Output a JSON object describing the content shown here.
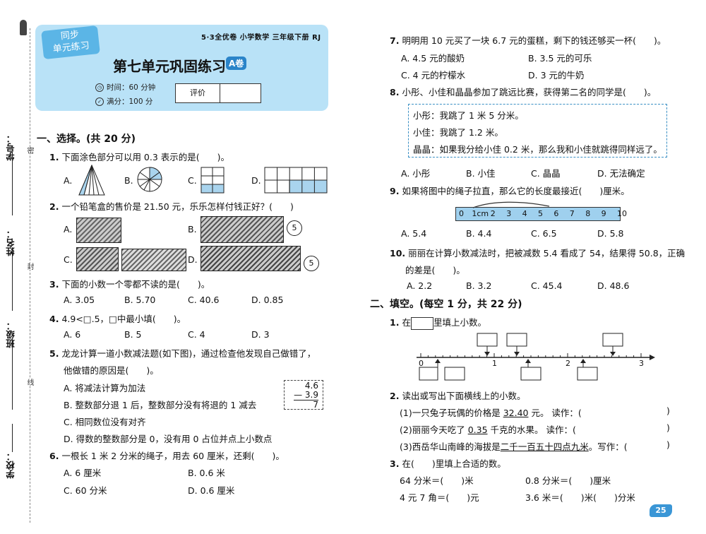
{
  "sidebar": {
    "labels": [
      "学号：",
      "姓名：",
      "班级：",
      "学校："
    ],
    "marks": [
      "密",
      "封",
      "线"
    ]
  },
  "header": {
    "tag": "同步\n单元练习",
    "meta": "5·3全优卷  小学数学  三年级下册  RJ",
    "title": "第七单元巩固练习",
    "badge": "A卷",
    "time": "时间：60 分钟",
    "score": "满分：100 分",
    "eval_label": "评价"
  },
  "section1": "一、选择。(共 20 分)",
  "q1": {
    "num": "1.",
    "text": "下面涂色部分可以用 0.3 表示的是(　　)。",
    "opts": [
      "A.",
      "B.",
      "C.",
      "D."
    ]
  },
  "q2": {
    "num": "2.",
    "text": "一个铅笔盒的售价是 21.50 元，乐乐怎样付钱正好？(　　)",
    "opts": [
      "A.",
      "B.",
      "C.",
      "D."
    ],
    "coin": "5"
  },
  "q3": {
    "num": "3.",
    "text": "下面的小数一个零都不读的是(　　)。",
    "opts": [
      "A. 3.05",
      "B. 5.70",
      "C. 40.6",
      "D. 0.85"
    ]
  },
  "q4": {
    "num": "4.",
    "text": "4.9<□.5，□中最小填(　　)。",
    "opts": [
      "A. 6",
      "B. 5",
      "C. 4",
      "D. 3"
    ]
  },
  "q5": {
    "num": "5.",
    "text": "龙龙计算一道小数减法题(如下图)，通过检查他发现自己做错了，",
    "text2": "他做错的原因是(　　)。",
    "opts": [
      "A. 将减法计算为加法",
      "B. 整数部分退 1 后，整数部分没有将退的 1 减去",
      "C. 相同数位没有对齐",
      "D. 得数的整数部分是 0，没有用 0 占位并点上小数点"
    ],
    "calc": [
      "4.6",
      "— 3.9",
      "7"
    ]
  },
  "q6": {
    "num": "6.",
    "text": "一根长 1 米 2 分米的绳子，用去 60 厘米，还剩(　　)。",
    "opts": [
      "A. 6 厘米",
      "B. 0.6 米",
      "C. 60 分米",
      "D. 0.6 厘米"
    ]
  },
  "q7": {
    "num": "7.",
    "text": "明明用 10 元买了一块 6.7 元的蛋糕，剩下的钱还够买一杯(　　)。",
    "opts": [
      "A. 4.5 元的酸奶",
      "B. 3.5 元的可乐",
      "C. 4 元的柠檬水",
      "D. 3 元的牛奶"
    ]
  },
  "q8": {
    "num": "8.",
    "text": "小彤、小佳和晶晶参加了跳远比赛，获得第二名的同学是(　　)。",
    "box": [
      "小彤：我跳了 1 米 5 分米。",
      "小佳：我跳了 1.2 米。",
      "晶晶：如果我分给小佳 0.2 米，那么我和小佳就跳得同样远了。"
    ],
    "opts": [
      "A. 小彤",
      "B. 小佳",
      "C. 晶晶",
      "D. 无法确定"
    ]
  },
  "q9": {
    "num": "9.",
    "text": "如果将图中的绳子拉直，那么它的长度最接近(　　)厘米。",
    "ruler": [
      "0",
      "1cm",
      "2",
      "3",
      "4",
      "5",
      "6",
      "7",
      "8",
      "9",
      "10"
    ],
    "opts": [
      "A. 5.4",
      "B. 4.4",
      "C. 6.5",
      "D. 5.8"
    ]
  },
  "q10": {
    "num": "10.",
    "text": "丽丽在计算小数减法时，把被减数 5.4 看成了 54，结果得 50.8，正确",
    "text2": "的差是(　　)。",
    "opts": [
      "A. 2.2",
      "B. 3.2",
      "C. 45.4",
      "D. 48.6"
    ]
  },
  "section2": "二、填空。(每空 1 分，共 22 分)",
  "f1": {
    "num": "1.",
    "pre": "在",
    "post": "里填上小数。",
    "ticks": [
      "0",
      "1",
      "2",
      "3"
    ]
  },
  "f2": {
    "num": "2.",
    "text": "读出或写出下面横线上的小数。",
    "a_pre": "(1)一只兔子玩偶的价格是 ",
    "a_u": "32.40",
    "a_post": " 元。   读作：(",
    "b_pre": "(2)丽丽今天吃了 ",
    "b_u": "0.35",
    "b_post": " 千克的水果。   读作：(",
    "c_pre": "(3)西岳华山南峰的海拔是",
    "c_u": "二千一百五十四点九米",
    "c_post": "。写作：(",
    "close": ")"
  },
  "f3": {
    "num": "3.",
    "text": "在(　　)里填上合适的数。",
    "items": [
      "64 分米＝(　　)米",
      "0.8 分米＝(　　)厘米",
      "4 元 7 角＝(　　)元",
      "3.6 米＝(　　)米(　　)分米"
    ]
  },
  "page_number": "25"
}
